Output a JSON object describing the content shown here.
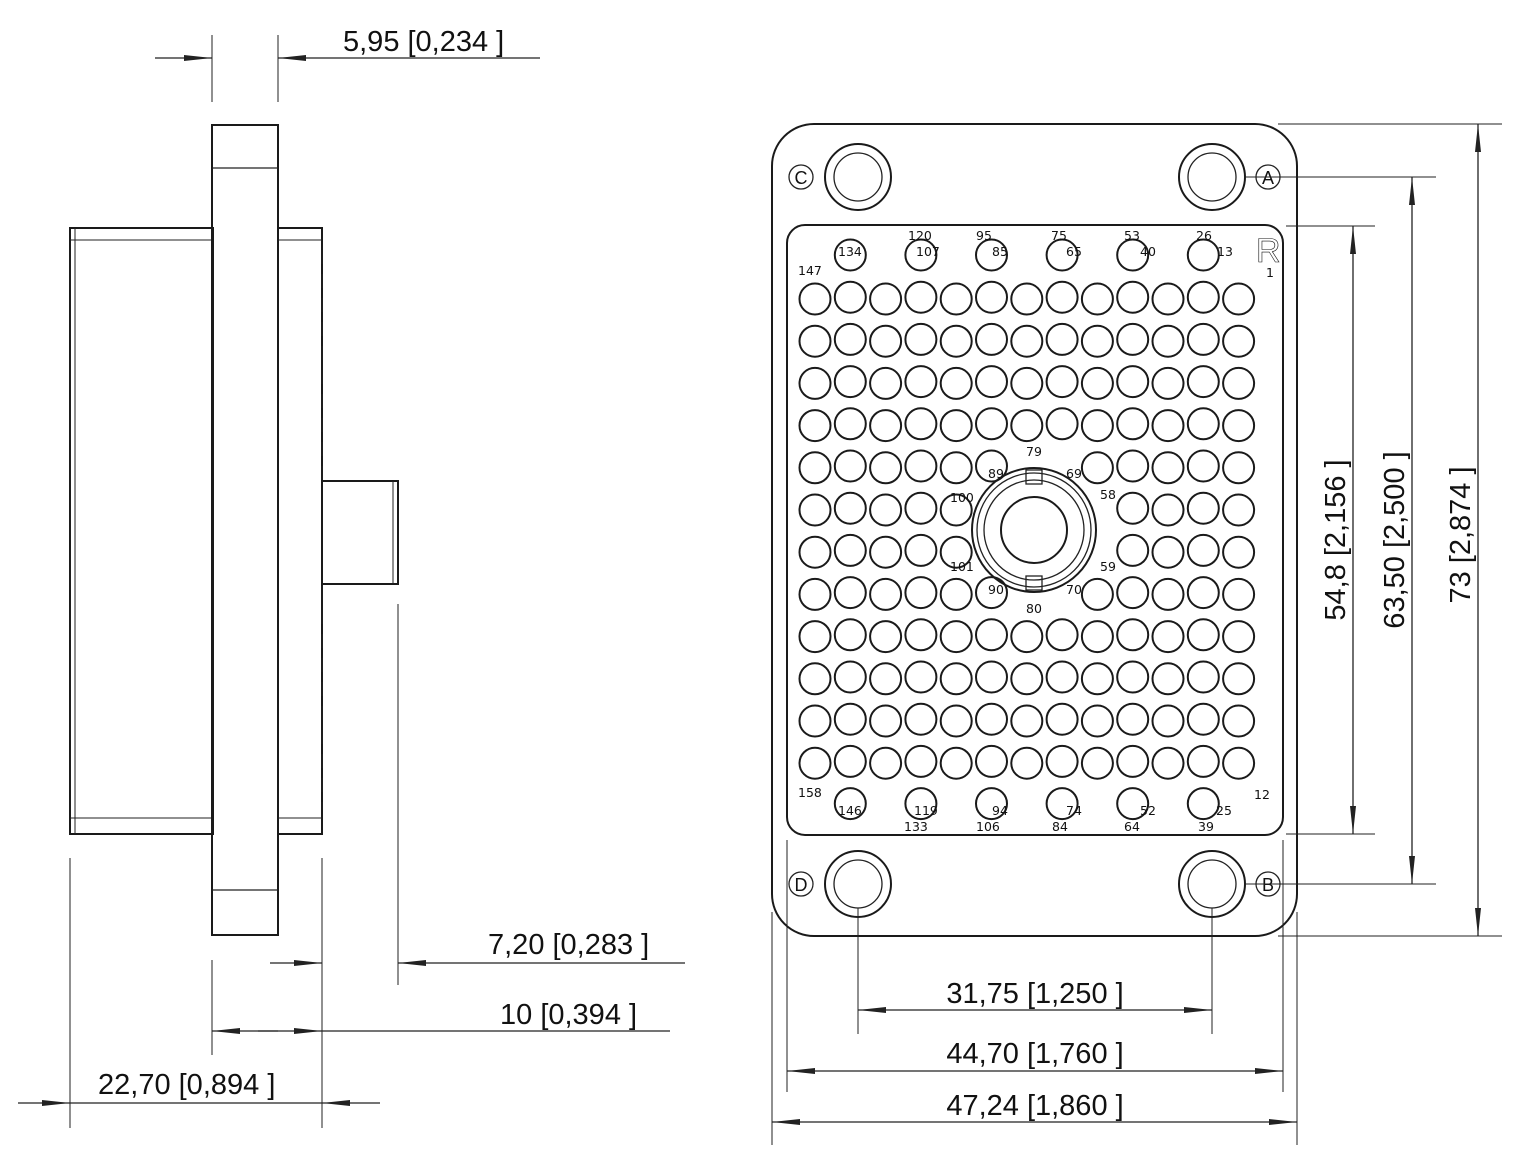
{
  "dimensions": {
    "flange_thickness": "5,95 [0,234 ]",
    "insert_depth": "7,20 [0,283 ]",
    "rear_offset": "10 [0,394 ]",
    "overall_depth": "22,70 [0,894 ]",
    "mount_hole_spacing_x": "31,75 [1,250 ]",
    "insert_width": "44,70 [1,760 ]",
    "flange_width": "47,24 [1,860 ]",
    "insert_height": "54,8 [2,156 ]",
    "mount_hole_spacing_y": "63,50 [2,500 ]",
    "flange_height": "73 [2,874 ]"
  },
  "corner_labels": {
    "a": "A",
    "b": "B",
    "c": "C",
    "d": "D"
  },
  "polarization_mark": "R",
  "pin_labels": {
    "p1": "1",
    "p12": "12",
    "p13": "13",
    "p25": "25",
    "p26": "26",
    "p39": "39",
    "p40": "40",
    "p52": "52",
    "p53": "53",
    "p58": "58",
    "p59": "59",
    "p64": "64",
    "p65": "65",
    "p69": "69",
    "p70": "70",
    "p74": "74",
    "p75": "75",
    "p79": "79",
    "p80": "80",
    "p84": "84",
    "p85": "85",
    "p89": "89",
    "p90": "90",
    "p94": "94",
    "p95": "95",
    "p100": "100",
    "p101": "101",
    "p106": "106",
    "p107": "107",
    "p119": "119",
    "p120": "120",
    "p133": "133",
    "p134": "134",
    "p146": "146",
    "p147": "147",
    "p158": "158"
  }
}
